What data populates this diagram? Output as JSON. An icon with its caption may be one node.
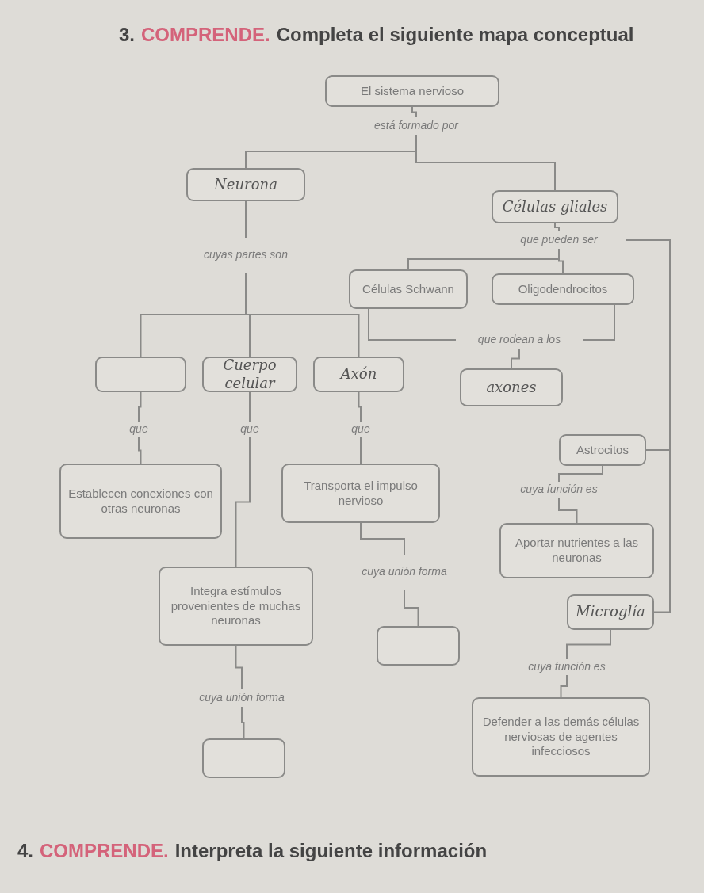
{
  "diagram": {
    "nodes": [
      {
        "text": [
          "El sistema nervioso"
        ]
      },
      {
        "text": [
          "está formado por"
        ]
      },
      {
        "text": [
          "Neurona"
        ]
      },
      {
        "text": [
          "Células gliales"
        ]
      },
      {
        "text": [
          "cuyas partes son"
        ]
      },
      {
        "text": [
          "que pueden ser"
        ]
      },
      {
        "text": [
          "Células Schwann"
        ]
      },
      {
        "text": [
          "Oligodendrocitos"
        ]
      },
      {
        "text": [
          "que rodean a los"
        ]
      },
      {
        "text": [
          "axones"
        ]
      },
      {
        "text": [],
        "shape": "box"
      },
      {
        "text": [
          "Cuerpo celular"
        ]
      },
      {
        "text": [
          "Axón"
        ]
      },
      {
        "text": [
          "que"
        ]
      },
      {
        "text": [
          "que"
        ]
      },
      {
        "text": [
          "que"
        ]
      },
      {
        "text": [
          "Establecen conexiones con otras neuronas"
        ]
      },
      {
        "text": [
          "Integra estímulos provenientes de muchas neuronas"
        ]
      },
      {
        "text": [
          "Transporta el impulso nervioso"
        ]
      },
      {
        "text": [
          "Astrocitos"
        ]
      },
      {
        "text": [
          "cuya función es"
        ]
      },
      {
        "text": [
          "Aportar nutrientes a las neuronas"
        ]
      },
      {
        "text": [
          "cuya unión forma"
        ]
      },
      {
        "text": [],
        "shape": "box"
      },
      {
        "text": [
          "Microglía"
        ]
      },
      {
        "text": [
          "cuya función es"
        ]
      },
      {
        "text": [
          "Defender a las demás células nerviosas de agentes infecciosos"
        ]
      },
      {
        "text": [
          "cuya unión forma"
        ]
      },
      {
        "text": [],
        "shape": "box"
      }
    ],
    "edges": [
      {
        "from": 0,
        "to": 1,
        "arrow": "none"
      },
      {
        "from": 1,
        "to": 2,
        "arrow": "none"
      },
      {
        "from": 1,
        "to": 3,
        "arrow": "none"
      },
      {
        "from": 2,
        "to": 4,
        "arrow": "none"
      },
      {
        "from": 3,
        "to": 5,
        "arrow": "none"
      },
      {
        "from": 5,
        "to": 6,
        "arrow": "none"
      },
      {
        "from": 5,
        "to": 7,
        "arrow": "none"
      },
      {
        "from": 5,
        "to": 19,
        "arrow": "none"
      },
      {
        "from": 5,
        "to": 24,
        "arrow": "none"
      },
      {
        "from": 4,
        "to": 10,
        "arrow": "none"
      },
      {
        "from": 4,
        "to": 11,
        "arrow": "none"
      },
      {
        "from": 4,
        "to": 12,
        "arrow": "none"
      },
      {
        "from": 6,
        "to": 8,
        "arrow": "none"
      },
      {
        "from": 7,
        "to": 8,
        "arrow": "none"
      },
      {
        "from": 8,
        "to": 9,
        "arrow": "none"
      },
      {
        "from": 10,
        "to": 13,
        "arrow": "none"
      },
      {
        "from": 13,
        "to": 16,
        "arrow": "none"
      },
      {
        "from": 11,
        "to": 14,
        "arrow": "none"
      },
      {
        "from": 14,
        "to": 17,
        "arrow": "none"
      },
      {
        "from": 12,
        "to": 15,
        "arrow": "none"
      },
      {
        "from": 15,
        "to": 18,
        "arrow": "none"
      },
      {
        "from": 19,
        "to": 20,
        "arrow": "none"
      },
      {
        "from": 20,
        "to": 21,
        "arrow": "none"
      },
      {
        "from": 18,
        "to": 22,
        "arrow": "none"
      },
      {
        "from": 22,
        "to": 23,
        "arrow": "none"
      },
      {
        "from": 24,
        "to": 25,
        "arrow": "none"
      },
      {
        "from": 25,
        "to": 26,
        "arrow": "none"
      },
      {
        "from": 17,
        "to": 27,
        "arrow": "none"
      },
      {
        "from": 27,
        "to": 28,
        "arrow": "none"
      }
    ],
    "labels": [
      "3.",
      "COMPRENDE.",
      "Completa el siguiente mapa conceptual",
      "4.",
      "COMPRENDE.",
      "Interpreta la siguiente información"
    ]
  }
}
